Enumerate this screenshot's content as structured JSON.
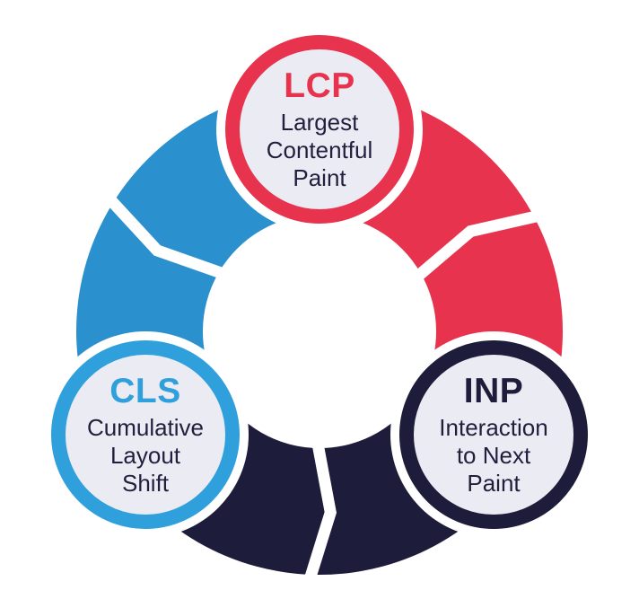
{
  "title": "Core Web Vitals cycle diagram",
  "colors": {
    "canvas": "#FFFFFF",
    "segment_blue": "#2B90CE",
    "segment_red": "#E8334F",
    "segment_navy": "#1D1C3A",
    "badge_fill": "#EBEBF3",
    "accent_red": "#E8334F",
    "accent_blue": "#2FA0DB",
    "accent_navy": "#1D1C3A",
    "text_dark": "#211F3E"
  },
  "diagram": {
    "segments": [
      {
        "id": "upper-left-arc",
        "color_name": "blue"
      },
      {
        "id": "right-arc",
        "color_name": "red"
      },
      {
        "id": "bottom-arc",
        "color_name": "navy"
      }
    ],
    "badges": [
      {
        "id": "lcp",
        "title": "LCP",
        "accent": "#E8334F",
        "lines": [
          "Largest",
          "Contentful",
          "Paint"
        ]
      },
      {
        "id": "cls",
        "title": "CLS",
        "accent": "#2FA0DB",
        "lines": [
          "Cumulative",
          "Layout",
          "Shift"
        ]
      },
      {
        "id": "inp",
        "title": "INP",
        "accent": "#1D1C3A",
        "lines": [
          "Interaction",
          "to Next",
          "Paint"
        ]
      }
    ]
  }
}
